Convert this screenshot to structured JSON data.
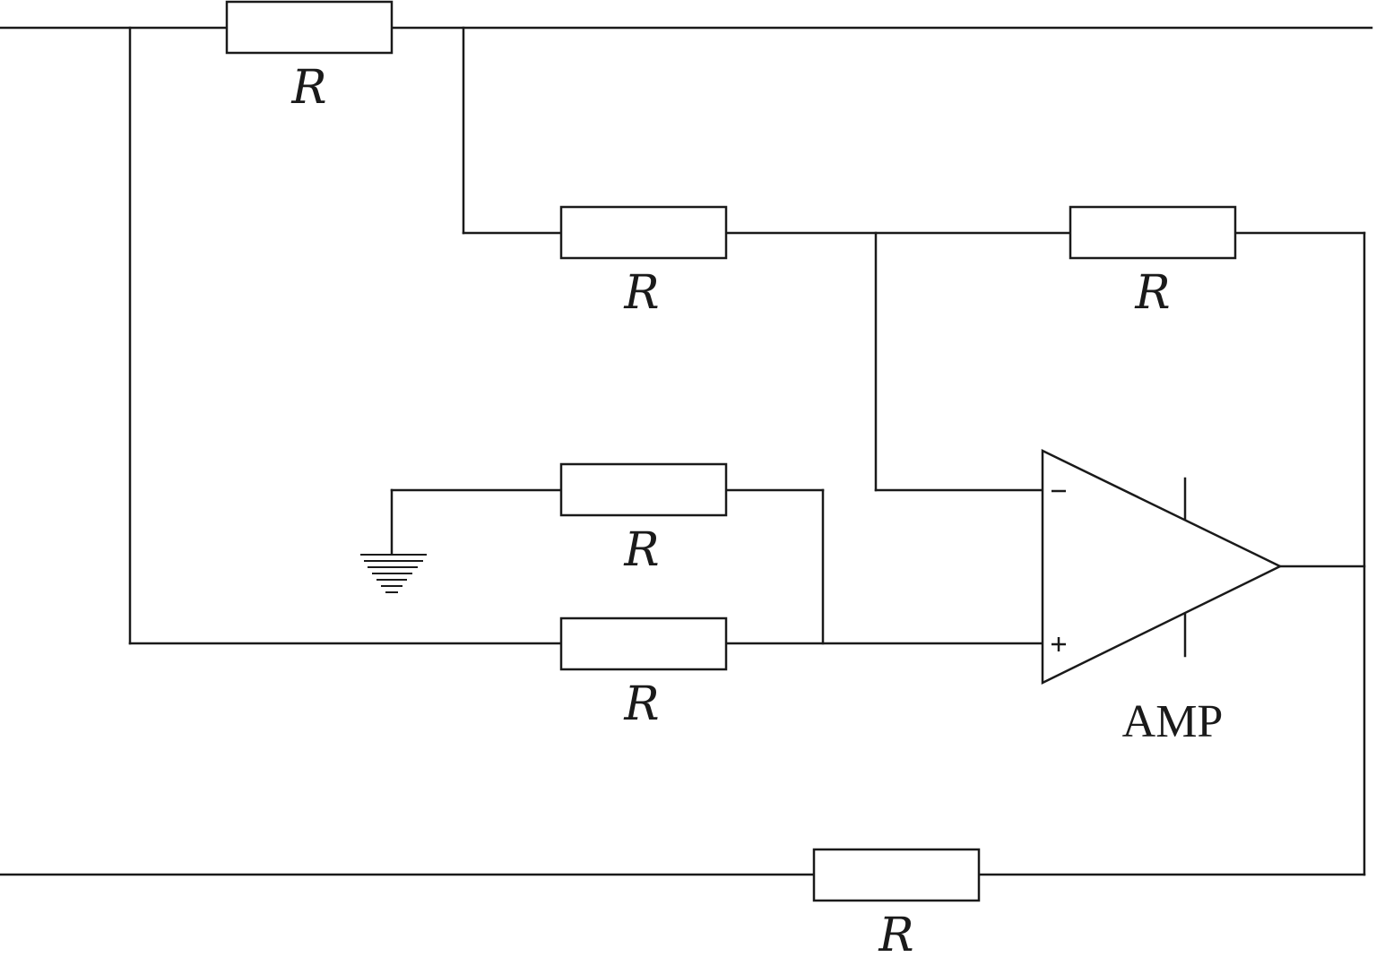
{
  "resistor_label": "R",
  "amplifier_label": "AMP",
  "colors": {
    "line": "#1a1a1a",
    "background": "#ffffff"
  },
  "icons": {
    "ground": "ground-icon",
    "minus": "minus-sign",
    "plus": "plus-sign"
  }
}
